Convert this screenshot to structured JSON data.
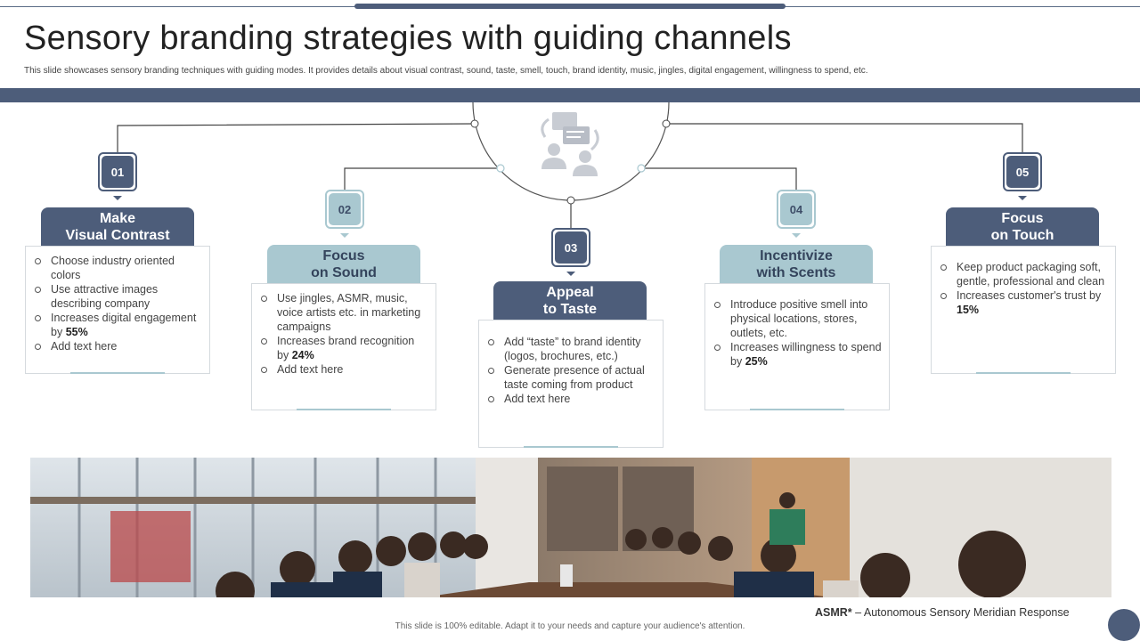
{
  "title": "Sensory branding strategies with guiding channels",
  "subtitle": "This slide showcases sensory branding techniques with guiding modes. It provides details about visual contrast, sound, taste, smell, touch, brand identity, music, jingles, digital engagement,  willingness to spend, etc.",
  "hub_icon": "people-discussion-icon",
  "steps": [
    {
      "number": "01",
      "title_line1": "Make",
      "title_line2": "Visual Contrast",
      "items": [
        {
          "text": "Choose industry oriented colors",
          "strong": ""
        },
        {
          "text": "Use attractive images describing company",
          "strong": ""
        },
        {
          "text": "Increases digital engagement by ",
          "strong": "55%"
        },
        {
          "text": "Add text here",
          "strong": ""
        }
      ]
    },
    {
      "number": "02",
      "title_line1": "Focus",
      "title_line2": "on Sound",
      "items": [
        {
          "text": "Use jingles, ASMR, music, voice artists etc. in marketing campaigns",
          "strong": ""
        },
        {
          "text": "Increases brand recognition by ",
          "strong": "24%"
        },
        {
          "text": "Add text here",
          "strong": ""
        }
      ]
    },
    {
      "number": "03",
      "title_line1": "Appeal",
      "title_line2": "to Taste",
      "items": [
        {
          "text": "Add “taste” to brand identity (logos, brochures,  etc.)",
          "strong": ""
        },
        {
          "text": "Generate presence of actual taste coming from product",
          "strong": ""
        },
        {
          "text": "Add text here",
          "strong": ""
        }
      ]
    },
    {
      "number": "04",
      "title_line1": "Incentivize",
      "title_line2": "with Scents",
      "items": [
        {
          "text": "Introduce positive smell into physical locations, stores, outlets, etc.",
          "strong": ""
        },
        {
          "text": "Increases willingness to spend by ",
          "strong": "25%"
        }
      ]
    },
    {
      "number": "05",
      "title_line1": "Focus",
      "title_line2": "on Touch",
      "items": [
        {
          "text": "Keep product packaging soft, gentle, professional and clean",
          "strong": ""
        },
        {
          "text": "Increases customer's trust by ",
          "strong": "15%"
        }
      ]
    }
  ],
  "footnote": {
    "term": "ASMR*",
    "definition": " – Autonomous Sensory Meridian Response"
  },
  "footer": "This slide is 100% editable. Adapt it to your needs and capture your audience's attention.",
  "colors": {
    "dark": "#4d5d7a",
    "light": "#a9c8d0"
  }
}
